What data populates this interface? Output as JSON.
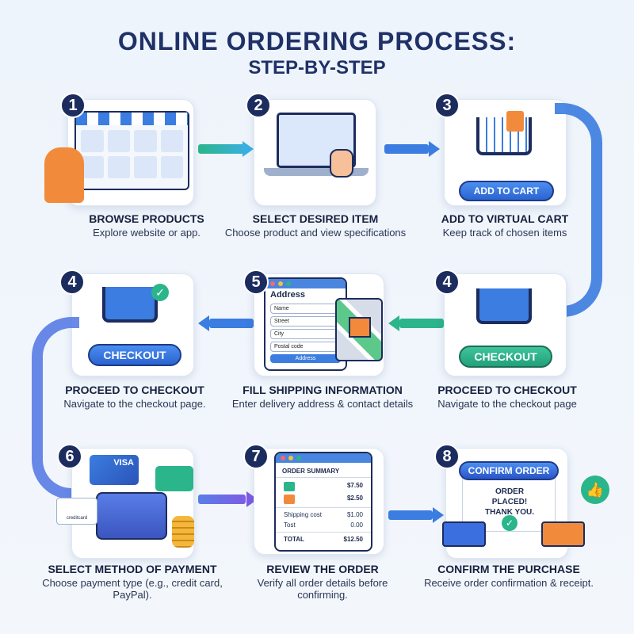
{
  "title": {
    "line1": "ONLINE ORDERING PROCESS:",
    "line2": "STEP-BY-STEP"
  },
  "steps": [
    {
      "num": "1",
      "title": "BROWSE PRODUCTS",
      "desc": "Explore website or app."
    },
    {
      "num": "2",
      "title": "SELECT DESIRED ITEM",
      "desc": "Choose product and view specifications"
    },
    {
      "num": "3",
      "title": "ADD TO VIRTUAL CART",
      "desc": "Keep track of chosen items",
      "button": "ADD TO CART"
    },
    {
      "num": "4",
      "title": "PROCEED TO CHECKOUT",
      "desc": "Navigate to the checkout page.",
      "button": "CHECKOUT"
    },
    {
      "num": "5",
      "title": "FILL SHIPPING INFORMATION",
      "desc": "Enter delivery address & contact details"
    },
    {
      "num": "4",
      "title": "PROCEED TO CHECKOUT",
      "desc": "Navigate to the checkout page",
      "button": "CHECKOUT"
    },
    {
      "num": "6",
      "title": "SELECT METHOD OF PAYMENT",
      "desc": "Choose payment type (e.g., credit card, PayPal).",
      "card_brand": "VISA",
      "card_label": "creditcard"
    },
    {
      "num": "7",
      "title": "REVIEW THE ORDER",
      "desc": "Verify all order details before confirming."
    },
    {
      "num": "8",
      "title": "CONFIRM THE PURCHASE",
      "desc": "Receive order confirmation & receipt.",
      "button": "CONFIRM ORDER",
      "message": "ORDER PLACED! THANK YOU."
    }
  ],
  "address_form": {
    "heading": "Address",
    "fields": [
      "Name",
      "Street",
      "City",
      "Postal code"
    ],
    "button": "Address"
  },
  "order_summary": {
    "heading": "ORDER SUMMARY",
    "items": [
      {
        "price": "$7.50",
        "color": "#2bb58a"
      },
      {
        "price": "$2.50",
        "color": "#f28a3c"
      }
    ],
    "shipping_label": "Shipping cost",
    "shipping": "$1.00",
    "tost_label": "Tost",
    "tost": "0.00",
    "total_label": "TOTAL",
    "total": "$12.50"
  },
  "colors": {
    "navy": "#1c2c5e",
    "blue": "#3b7de0",
    "green": "#2bb58a",
    "purple": "#7b5ce6",
    "orange": "#f28a3c"
  }
}
